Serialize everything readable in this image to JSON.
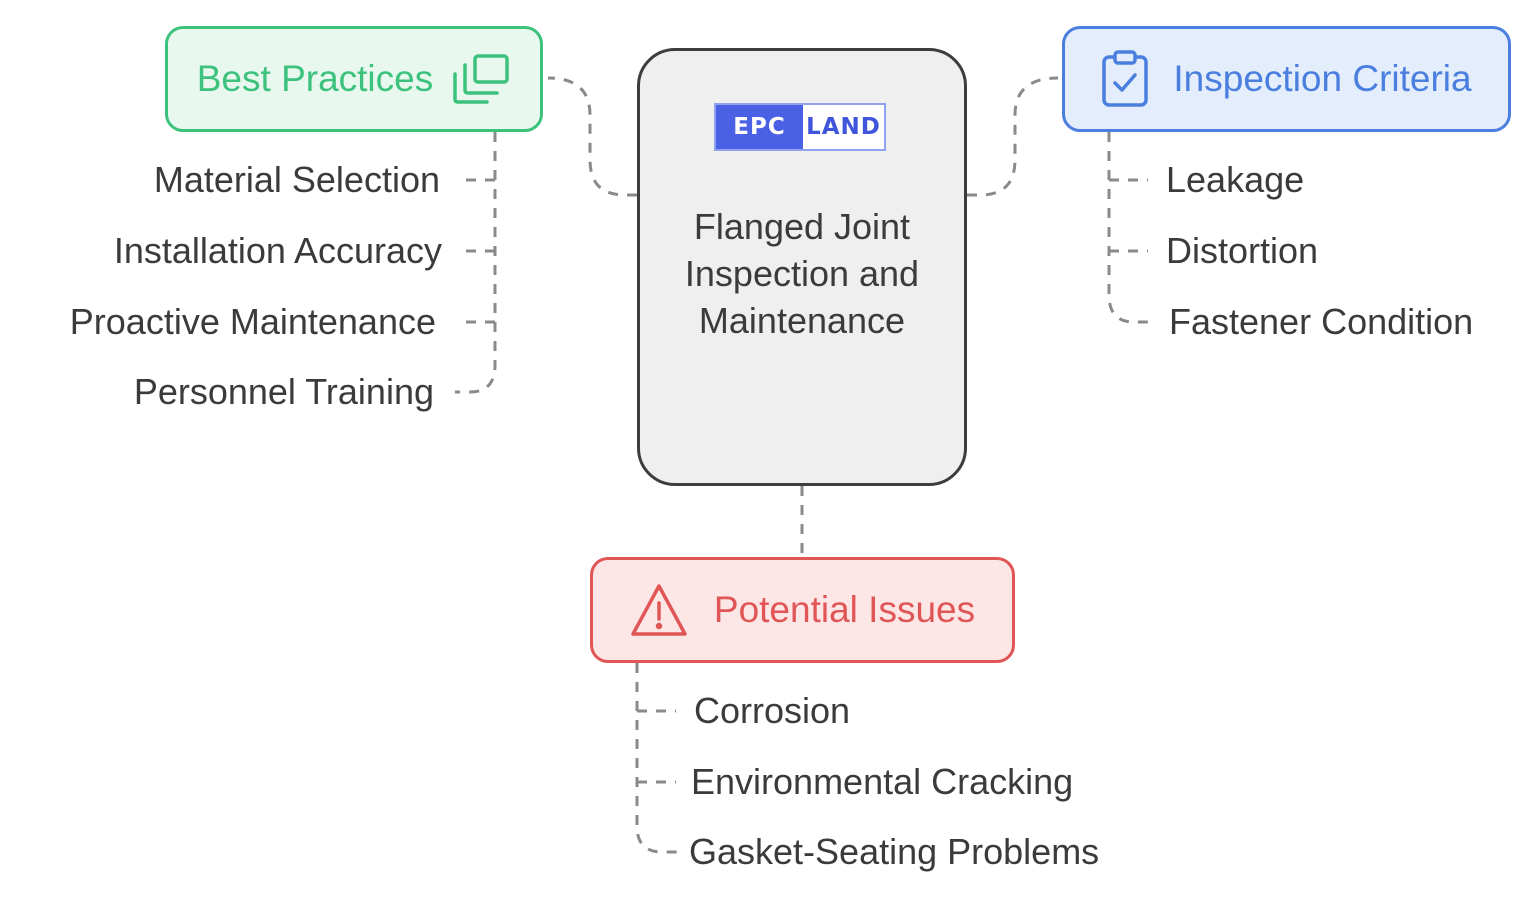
{
  "center": {
    "title": "Flanged Joint Inspection and Maintenance",
    "logo_left": "EPC",
    "logo_right": "LAND"
  },
  "best_practices": {
    "title": "Best Practices",
    "icon": "stacked-cards-icon",
    "color": "#3cc27c",
    "items": [
      "Material Selection",
      "Installation Accuracy",
      "Proactive Maintenance",
      "Personnel Training"
    ]
  },
  "inspection_criteria": {
    "title": "Inspection Criteria",
    "icon": "clipboard-check-icon",
    "color": "#4a7fe0",
    "items": [
      "Leakage",
      "Distortion",
      "Fastener Condition"
    ]
  },
  "potential_issues": {
    "title": "Potential Issues",
    "icon": "warning-triangle-icon",
    "color": "#e05656",
    "items": [
      "Corrosion",
      "Environmental Cracking",
      "Gasket-Seating Problems"
    ]
  }
}
